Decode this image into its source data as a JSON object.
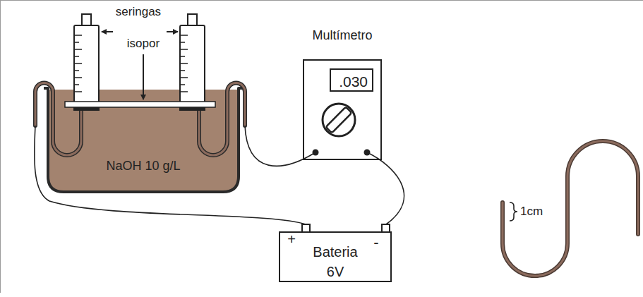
{
  "diagram": {
    "nodes": [
      {
        "text": [
          "NaOH 10 g/L"
        ]
      },
      {
        "text": [
          "Multímetro"
        ]
      },
      {
        "text": [
          ".030"
        ],
        "in": 1
      },
      {
        "text": [
          "+",
          "Bateria 6V",
          "-"
        ]
      }
    ],
    "edges": [
      {
        "from": 0,
        "to": 1,
        "arrow": "none"
      },
      {
        "from": 1,
        "to": 3,
        "arrow": "none"
      },
      {
        "from": 3,
        "to": 0,
        "arrow": "none"
      }
    ],
    "labels": [
      "seringas",
      "isopor",
      "1cm"
    ]
  }
}
